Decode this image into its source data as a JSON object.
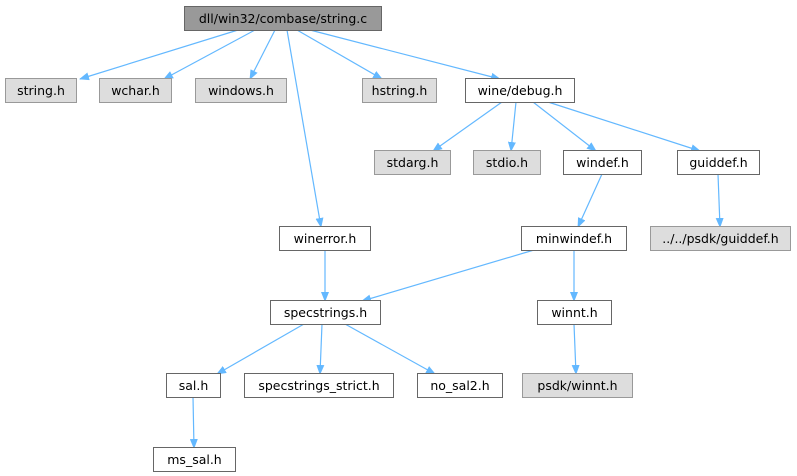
{
  "colors": {
    "root_fill": "#999999",
    "dark_fill": "#dddddd",
    "dark_stroke": "#999999",
    "light_fill": "#ffffff",
    "light_stroke": "#666666",
    "edge": "#63b8ff"
  },
  "nodes": {
    "string_c": {
      "label": "dll/win32/combase/string.c",
      "style": "root"
    },
    "string_h": {
      "label": "string.h",
      "style": "dark"
    },
    "wchar_h": {
      "label": "wchar.h",
      "style": "dark"
    },
    "windows_h": {
      "label": "windows.h",
      "style": "dark"
    },
    "hstring_h": {
      "label": "hstring.h",
      "style": "dark"
    },
    "wine_debug_h": {
      "label": "wine/debug.h",
      "style": "light"
    },
    "stdarg_h": {
      "label": "stdarg.h",
      "style": "dark"
    },
    "stdio_h": {
      "label": "stdio.h",
      "style": "dark"
    },
    "windef_h": {
      "label": "windef.h",
      "style": "light"
    },
    "guiddef_h": {
      "label": "guiddef.h",
      "style": "light"
    },
    "winerror_h": {
      "label": "winerror.h",
      "style": "light"
    },
    "minwindef_h": {
      "label": "minwindef.h",
      "style": "light"
    },
    "psdk_guiddef_h": {
      "label": "../../psdk/guiddef.h",
      "style": "dark"
    },
    "specstrings_h": {
      "label": "specstrings.h",
      "style": "light"
    },
    "winnt_h": {
      "label": "winnt.h",
      "style": "light"
    },
    "sal_h": {
      "label": "sal.h",
      "style": "light"
    },
    "specstrings_strict_h": {
      "label": "specstrings_strict.h",
      "style": "light"
    },
    "no_sal2_h": {
      "label": "no_sal2.h",
      "style": "light"
    },
    "psdk_winnt_h": {
      "label": "psdk/winnt.h",
      "style": "dark"
    },
    "ms_sal_h": {
      "label": "ms_sal.h",
      "style": "light"
    }
  },
  "edges": [
    [
      "string_c",
      "string_h"
    ],
    [
      "string_c",
      "wchar_h"
    ],
    [
      "string_c",
      "windows_h"
    ],
    [
      "string_c",
      "hstring_h"
    ],
    [
      "string_c",
      "wine_debug_h"
    ],
    [
      "string_c",
      "winerror_h"
    ],
    [
      "wine_debug_h",
      "stdarg_h"
    ],
    [
      "wine_debug_h",
      "stdio_h"
    ],
    [
      "wine_debug_h",
      "windef_h"
    ],
    [
      "wine_debug_h",
      "guiddef_h"
    ],
    [
      "windef_h",
      "minwindef_h"
    ],
    [
      "guiddef_h",
      "psdk_guiddef_h"
    ],
    [
      "winerror_h",
      "specstrings_h"
    ],
    [
      "minwindef_h",
      "specstrings_h"
    ],
    [
      "minwindef_h",
      "winnt_h"
    ],
    [
      "specstrings_h",
      "sal_h"
    ],
    [
      "specstrings_h",
      "specstrings_strict_h"
    ],
    [
      "specstrings_h",
      "no_sal2_h"
    ],
    [
      "winnt_h",
      "psdk_winnt_h"
    ],
    [
      "sal_h",
      "ms_sal_h"
    ]
  ]
}
